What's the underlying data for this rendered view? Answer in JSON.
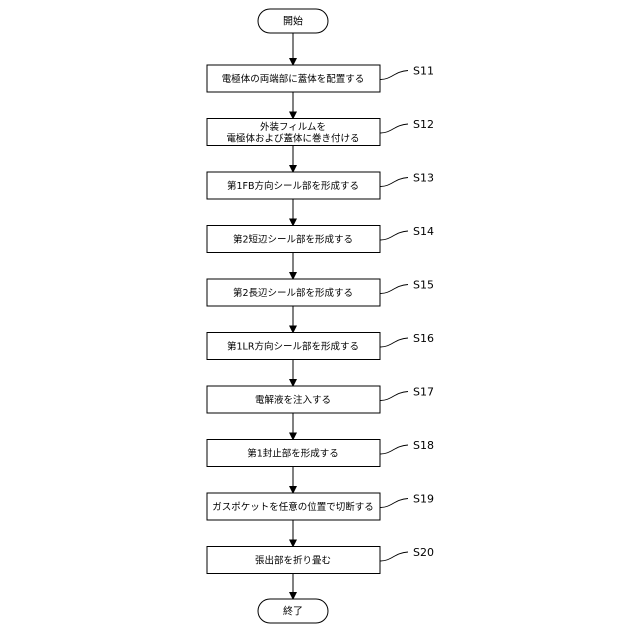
{
  "start_label": "開始",
  "end_label": "終了",
  "steps": [
    {
      "id": "S11",
      "lines": [
        "電極体の両端部に蓋体を配置する"
      ]
    },
    {
      "id": "S12",
      "lines": [
        "外装フィルムを",
        "電極体および蓋体に巻き付ける"
      ]
    },
    {
      "id": "S13",
      "lines": [
        "第1FB方向シール部を形成する"
      ]
    },
    {
      "id": "S14",
      "lines": [
        "第2短辺シール部を形成する"
      ]
    },
    {
      "id": "S15",
      "lines": [
        "第2長辺シール部を形成する"
      ]
    },
    {
      "id": "S16",
      "lines": [
        "第1LR方向シール部を形成する"
      ]
    },
    {
      "id": "S17",
      "lines": [
        "電解液を注入する"
      ]
    },
    {
      "id": "S18",
      "lines": [
        "第1封止部を形成する"
      ]
    },
    {
      "id": "S19",
      "lines": [
        "ガスポケットを任意の位置で切断する"
      ]
    },
    {
      "id": "S20",
      "lines": [
        "張出部を折り畳む"
      ]
    }
  ]
}
